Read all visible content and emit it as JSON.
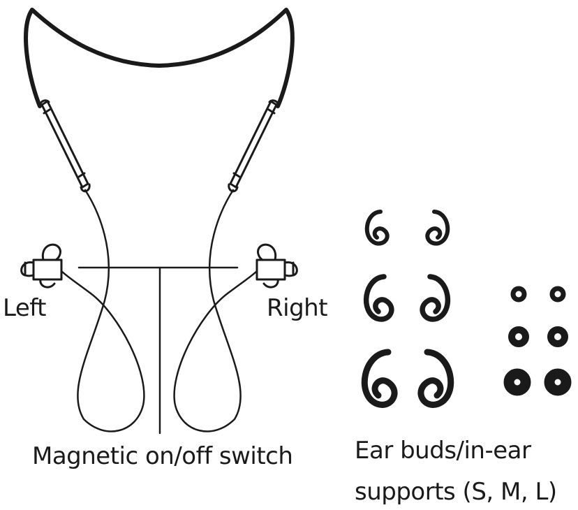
{
  "labels": {
    "left": "Left",
    "right": "Right",
    "switch": "Magnetic on/off switch",
    "earbuds_line1": "Ear buds/in-ear",
    "earbuds_line2": "supports (S, M, L)"
  },
  "colors": {
    "ink": "#1a1a1a",
    "background": "#ffffff"
  },
  "earbud_sets": {
    "sizes": [
      "S",
      "M",
      "L"
    ]
  }
}
